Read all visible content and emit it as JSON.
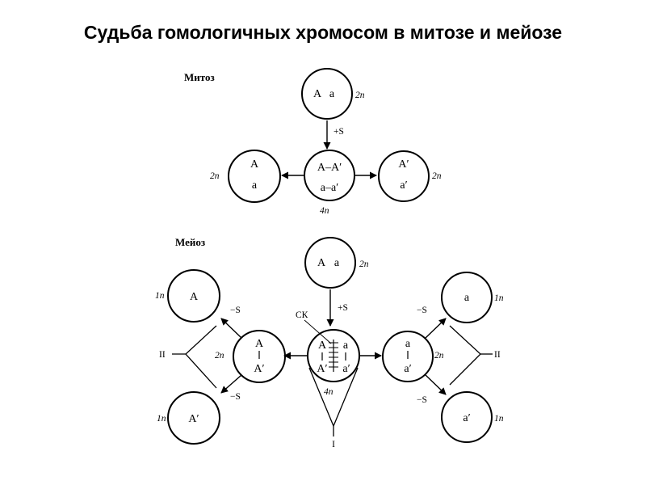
{
  "title": "Судьба гомологичных хромосом в митозе и мейозе",
  "mitosis": {
    "section_label": "Митоз",
    "top_cell": {
      "left": "A",
      "right": "a",
      "ploidy": "2n"
    },
    "replication": "+S",
    "center_cell": {
      "line1": "A–A′",
      "line2": "a–a′",
      "ploidy": "4n"
    },
    "left_daughter": {
      "line1": "A",
      "line2": "a",
      "ploidy": "2n"
    },
    "right_daughter": {
      "line1": "A′",
      "line2": "a′",
      "ploidy": "2n"
    }
  },
  "meiosis": {
    "section_label": "Мейоз",
    "top_cell": {
      "left": "A",
      "right": "a",
      "ploidy": "2n"
    },
    "replication": "+S",
    "synaptonemal_label": "СК",
    "center_cell": {
      "top_left": "A",
      "top_right": "a",
      "bottom_left": "A′",
      "bottom_right": "a′",
      "ploidy": "4n"
    },
    "division_one": "I",
    "division_two_left": "II",
    "division_two_right": "II",
    "left_cell": {
      "top": "A",
      "bottom": "A′",
      "ploidy": "2n"
    },
    "right_cell": {
      "top": "a",
      "bottom": "a′",
      "ploidy": "2n"
    },
    "minus_s": "−S",
    "gametes": [
      {
        "label": "A",
        "ploidy": "1n"
      },
      {
        "label": "A′",
        "ploidy": "1n"
      },
      {
        "label": "a",
        "ploidy": "1n"
      },
      {
        "label": "a′",
        "ploidy": "1n"
      }
    ]
  }
}
